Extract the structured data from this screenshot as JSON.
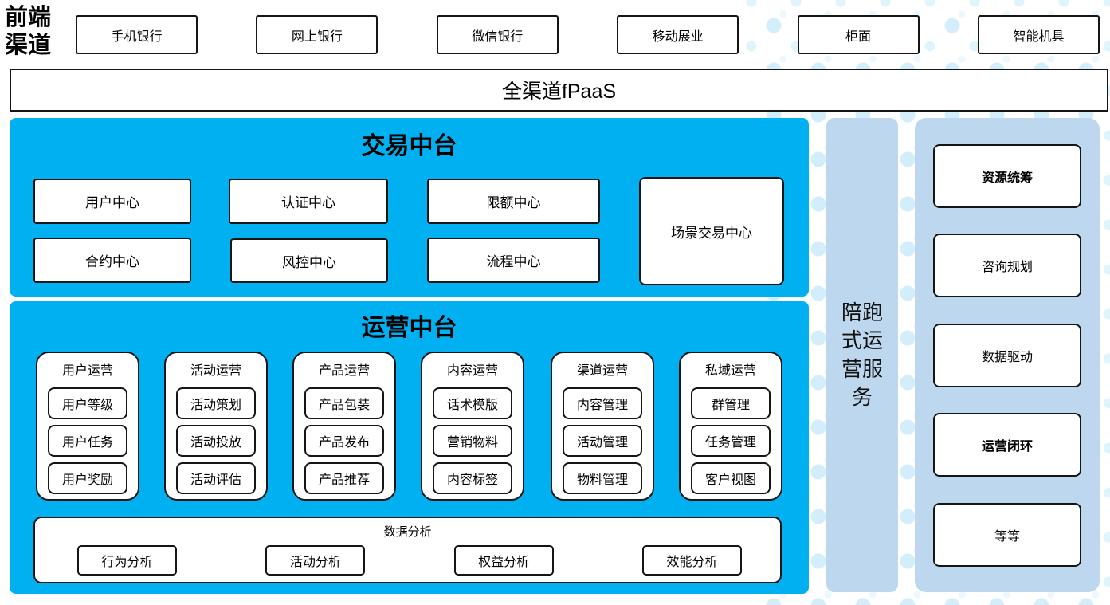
{
  "colors": {
    "accent_blue": "#00B0F0",
    "panel_light_blue": "#BDD7EE",
    "dot_pattern": "#CDEAF7",
    "box_border": "#151515"
  },
  "front_channels": {
    "label": "前端渠道",
    "items": [
      "手机银行",
      "网上银行",
      "微信银行",
      "移动展业",
      "柜面",
      "智能机具"
    ]
  },
  "fpaas_bar": {
    "label": "全渠道fPaaS"
  },
  "trade_platform": {
    "title": "交易中台",
    "items": [
      "用户中心",
      "认证中心",
      "限额中心",
      "场景交易中心",
      "合约中心",
      "风控中心",
      "流程中心"
    ]
  },
  "ops_platform": {
    "title": "运营中台",
    "columns": [
      {
        "title": "用户运营",
        "items": [
          "用户等级",
          "用户任务",
          "用户奖励"
        ]
      },
      {
        "title": "活动运营",
        "items": [
          "活动策划",
          "活动投放",
          "活动评估"
        ]
      },
      {
        "title": "产品运营",
        "items": [
          "产品包装",
          "产品发布",
          "产品推荐"
        ]
      },
      {
        "title": "内容运营",
        "items": [
          "话术模版",
          "营销物料",
          "内容标签"
        ]
      },
      {
        "title": "渠道运营",
        "items": [
          "内容管理",
          "活动管理",
          "物料管理"
        ]
      },
      {
        "title": "私域运营",
        "items": [
          "群管理",
          "任务管理",
          "客户视图"
        ]
      }
    ],
    "data_analysis": {
      "title": "数据分析",
      "items": [
        "行为分析",
        "活动分析",
        "权益分析",
        "效能分析"
      ]
    }
  },
  "side_service": {
    "label": "陪跑式运营服务"
  },
  "right_panel": {
    "items": [
      {
        "label": "资源统筹",
        "bold": true
      },
      {
        "label": "咨询规划",
        "bold": false
      },
      {
        "label": "数据驱动",
        "bold": false
      },
      {
        "label": "运营闭环",
        "bold": true
      },
      {
        "label": "等等",
        "bold": false
      }
    ]
  }
}
